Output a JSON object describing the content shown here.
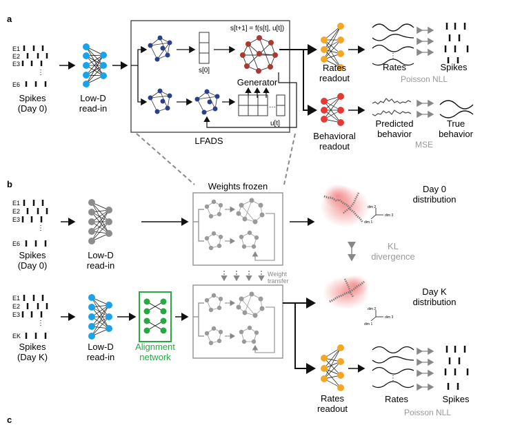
{
  "panel_a": {
    "letter": "a",
    "electrodes": [
      "E1",
      "E2",
      "E3",
      "E6"
    ],
    "spikes_label": [
      "Spikes",
      "(Day 0)"
    ],
    "readin_label": [
      "Low-D",
      "read-in"
    ],
    "lfads_label": "LFADS",
    "equation": "s[t+1] = f(s[t], u[t])",
    "s0_label": "s[0]",
    "generator_label": "Generator",
    "ut_label": "u[t]",
    "rates_readout": [
      "Rates",
      "readout"
    ],
    "behavioral_readout": [
      "Behavioral",
      "readout"
    ],
    "rates": "Rates",
    "spikes": "Spikes",
    "poisson_nll": "Poisson NLL",
    "predicted_behavior": [
      "Predicted",
      "behavior"
    ],
    "true_behavior": [
      "True",
      "behavior"
    ],
    "mse": "MSE"
  },
  "panel_b": {
    "letter": "b",
    "electrodes_top": [
      "E1",
      "E2",
      "E3",
      "E6"
    ],
    "electrodes_bottom": [
      "E1",
      "E2",
      "E3",
      "EK"
    ],
    "spikes_day0": [
      "Spikes",
      "(Day 0)"
    ],
    "spikes_dayk": [
      "Spikes",
      "(Day K)"
    ],
    "readin_top": [
      "Low-D",
      "read-in"
    ],
    "readin_bottom": [
      "Low-D",
      "read-in"
    ],
    "alignment": [
      "Alignment",
      "network"
    ],
    "weights_frozen": "Weights frozen",
    "weight_transfer": [
      "Weight",
      "transfer"
    ],
    "day0_distribution": [
      "Day 0",
      "distribution"
    ],
    "dayk_distribution": [
      "Day K",
      "distribution"
    ],
    "kl_divergence": [
      "KL",
      "divergence"
    ],
    "dim_labels": [
      "dim 2",
      "dim 1",
      "dim 3"
    ],
    "rates_readout": [
      "Rates",
      "readout"
    ],
    "rates": "Rates",
    "spikes": "Spikes",
    "poisson_nll": "Poisson NLL"
  },
  "panel_c": {
    "letter": "c"
  },
  "colors": {
    "blue": "#1aa3e8",
    "orange": "#f5a623",
    "red": "#e53935",
    "green": "#27a844",
    "gray": "#8c8c8c",
    "navy": "#2b3f8f",
    "brick": "#a83a32",
    "pink": "#f07a7a"
  }
}
